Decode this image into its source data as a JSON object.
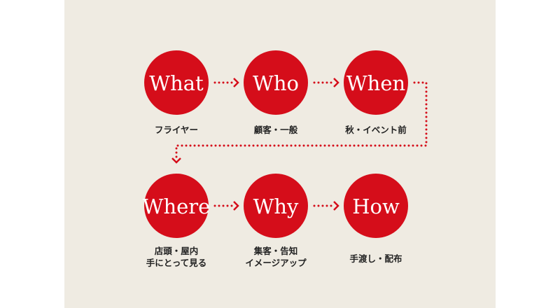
{
  "colors": {
    "accent": "#d50d1a",
    "background": "#efebe2",
    "caption": "#222222"
  },
  "steps": [
    {
      "word": "What",
      "caption": [
        "フライヤー"
      ]
    },
    {
      "word": "Who",
      "caption": [
        "顧客・一般"
      ]
    },
    {
      "word": "When",
      "caption": [
        "秋・イベント前"
      ]
    },
    {
      "word": "Where",
      "caption": [
        "店頭・屋内",
        "手にとって見る"
      ]
    },
    {
      "word": "Why",
      "caption": [
        "集客・告知",
        "イメージアップ"
      ]
    },
    {
      "word": "How",
      "caption": [
        "手渡し・配布"
      ]
    }
  ]
}
